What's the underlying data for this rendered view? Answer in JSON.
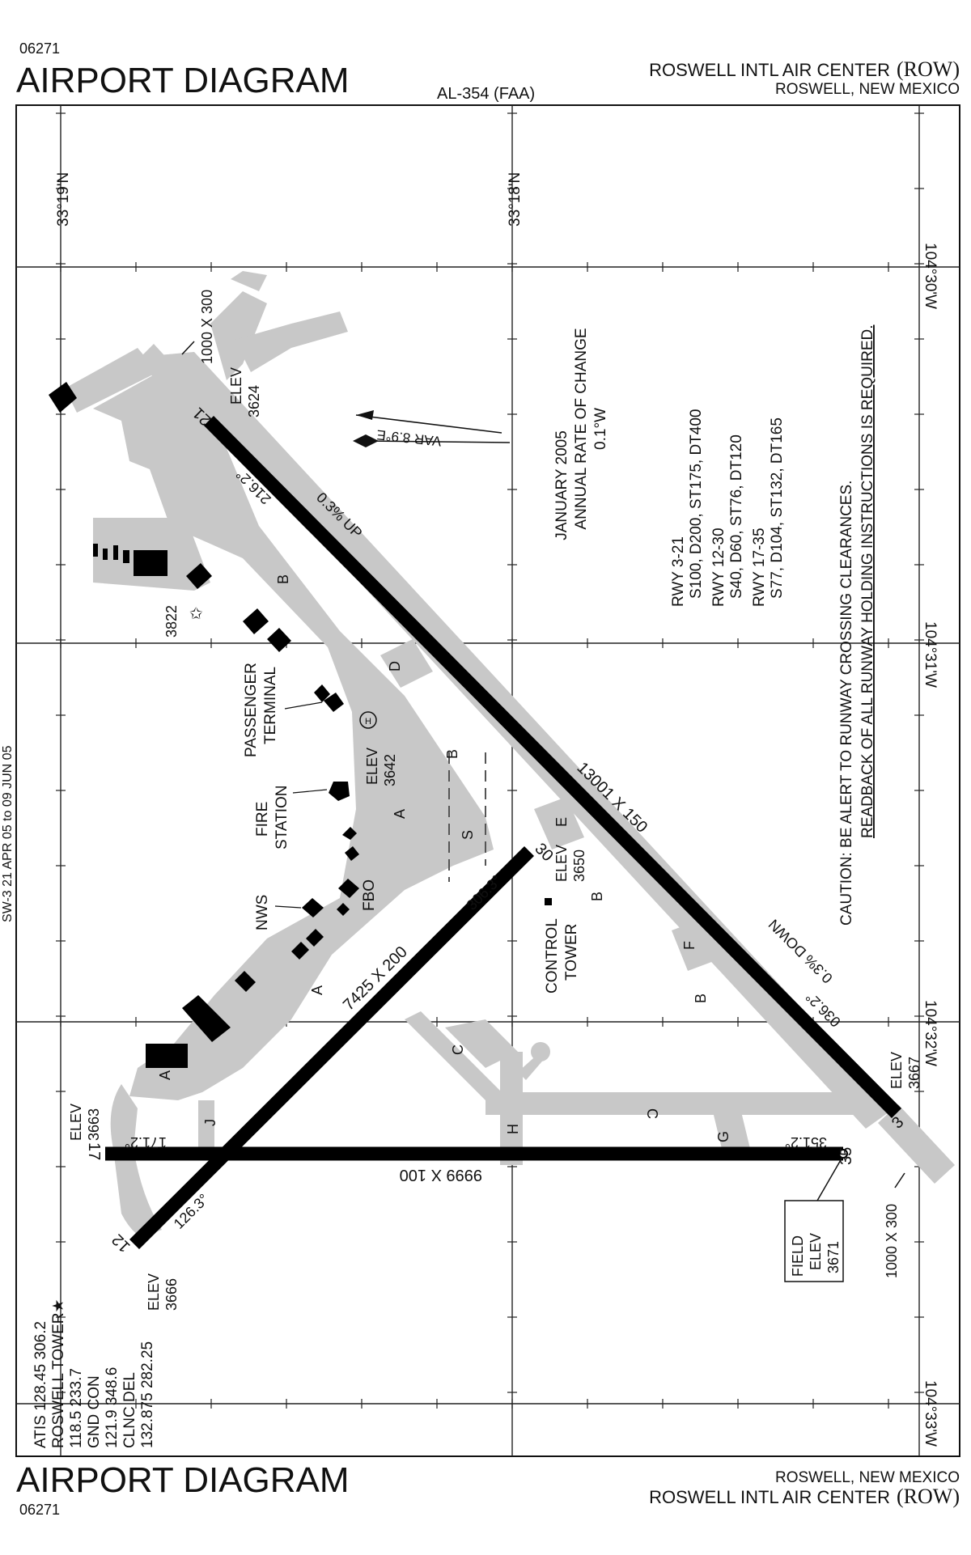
{
  "header": {
    "chart_id": "06271",
    "title": "AIRPORT DIAGRAM",
    "procedure_id": "AL-354 (FAA)",
    "airport_name": "ROSWELL INTL AIR CENTER",
    "airport_ident": "(ROW)",
    "city_state": "ROSWELL, NEW MEXICO"
  },
  "footer": {
    "chart_id": "06271",
    "title": "AIRPORT DIAGRAM",
    "airport_name": "ROSWELL INTL AIR CENTER",
    "airport_ident": "(ROW)",
    "city_state": "ROSWELL, NEW MEXICO"
  },
  "coordinates": {
    "lat_1": "33°19'N",
    "lat_2": "33°18'N",
    "lon_1": "104°30'W",
    "lon_2": "104°31'W",
    "lon_3": "104°32'W",
    "lon_4": "104°33'W"
  },
  "magnetic_variation": {
    "var": "VAR 8.9°E",
    "epoch": "JANUARY 2005",
    "rate_label": "ANNUAL RATE OF CHANGE",
    "rate": "0.1°W"
  },
  "runways": {
    "rwy_3_21": {
      "dims": "13001 X 150",
      "end_a": "3",
      "end_b": "21",
      "hdg_a": "036.2°",
      "hdg_b": "216.2°",
      "grad_a": "0.3% DOWN",
      "grad_b": "0.3% UP",
      "elev_a_label": "ELEV",
      "elev_a": "3667",
      "elev_b_label": "ELEV",
      "elev_b": "3624",
      "overrun_a": "1000 X 300",
      "overrun_b": "1000 X 300"
    },
    "rwy_12_30": {
      "dims": "7425 X 200",
      "end_a": "12",
      "end_b": "30",
      "hdg_a": "126.3°",
      "hdg_b": "306.3°",
      "elev_a_label": "ELEV",
      "elev_a": "3666",
      "elev_b_label": "ELEV",
      "elev_b": "3650"
    },
    "rwy_17_35": {
      "dims": "9999 X 100",
      "end_a": "17",
      "end_b": "35",
      "hdg_a": "171.2°",
      "hdg_b": "351.2°",
      "elev_a_label": "ELEV",
      "elev_a": "3663"
    }
  },
  "taxiways": {
    "a1": "A",
    "a2": "A",
    "a3": "A",
    "b1": "B",
    "b2": "B",
    "b3": "B",
    "b4": "B",
    "c1": "C",
    "c2": "C",
    "d": "D",
    "e": "E",
    "f": "F",
    "g": "G",
    "h": "H",
    "j": "J",
    "s": "S"
  },
  "landmarks": {
    "passenger_terminal_1": "PASSENGER",
    "passenger_terminal_2": "TERMINAL",
    "fire_station_1": "FIRE",
    "fire_station_2": "STATION",
    "control_tower_1": "CONTROL",
    "control_tower_2": "TOWER",
    "nws": "NWS",
    "fbo": "FBO",
    "helipad": "H",
    "beacon_elev": "3822",
    "ramp_elev_label": "ELEV",
    "ramp_elev": "3642",
    "field_elev_1": "FIELD",
    "field_elev_2": "ELEV",
    "field_elev_3": "3671"
  },
  "strength": {
    "rwy_3_21_label": "RWY 3-21",
    "rwy_3_21": "S100, D200, ST175, DT400",
    "rwy_12_30_label": "RWY 12-30",
    "rwy_12_30": "S40, D60, ST76, DT120",
    "rwy_17_35_label": "RWY 17-35",
    "rwy_17_35": "S77, D104, ST132, DT165"
  },
  "caution": {
    "line_1": "CAUTION: BE ALERT TO RUNWAY CROSSING CLEARANCES.",
    "line_2": "READBACK OF ALL RUNWAY HOLDING INSTRUCTIONS IS REQUIRED."
  },
  "frequencies": {
    "line_1": "ATIS 128.45 306.2",
    "line_2": "ROSWELL TOWER★",
    "line_3": "118.5 233.7",
    "line_4": "GND CON",
    "line_5": "121.9 348.6",
    "line_6": "CLNC DEL",
    "line_7": "132.875 282.25"
  },
  "side_text": "SW-3 21 APR 05 to 09 JUN 05"
}
